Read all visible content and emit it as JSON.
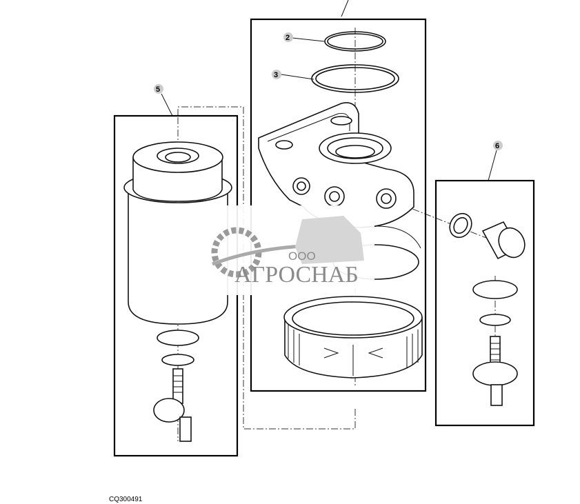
{
  "diagram": {
    "figure_id": "CQ300491",
    "callouts": [
      "2",
      "3",
      "5",
      "6"
    ],
    "watermark": {
      "prefix": "ООО",
      "brand": "АГРОСНАБ"
    }
  }
}
